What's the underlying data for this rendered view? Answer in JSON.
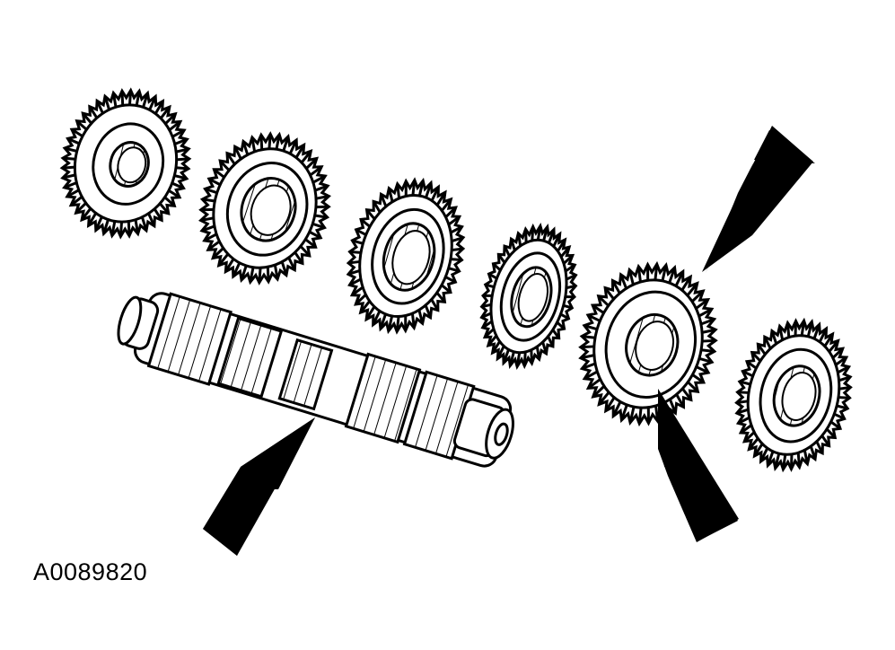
{
  "figure": {
    "reference_code": "A0089820",
    "colors": {
      "ink": "#000000",
      "paper": "#ffffff"
    },
    "parts": [
      {
        "name": "gear-1"
      },
      {
        "name": "gear-2"
      },
      {
        "name": "gear-3"
      },
      {
        "name": "gear-4"
      },
      {
        "name": "gear-5"
      },
      {
        "name": "gear-6"
      },
      {
        "name": "shaft"
      }
    ],
    "callout_arrows": [
      {
        "name": "arrow-top-right",
        "target": "gear-5"
      },
      {
        "name": "arrow-bottom-right",
        "target": "gear-5"
      },
      {
        "name": "arrow-bottom-left",
        "target": "shaft"
      }
    ]
  }
}
